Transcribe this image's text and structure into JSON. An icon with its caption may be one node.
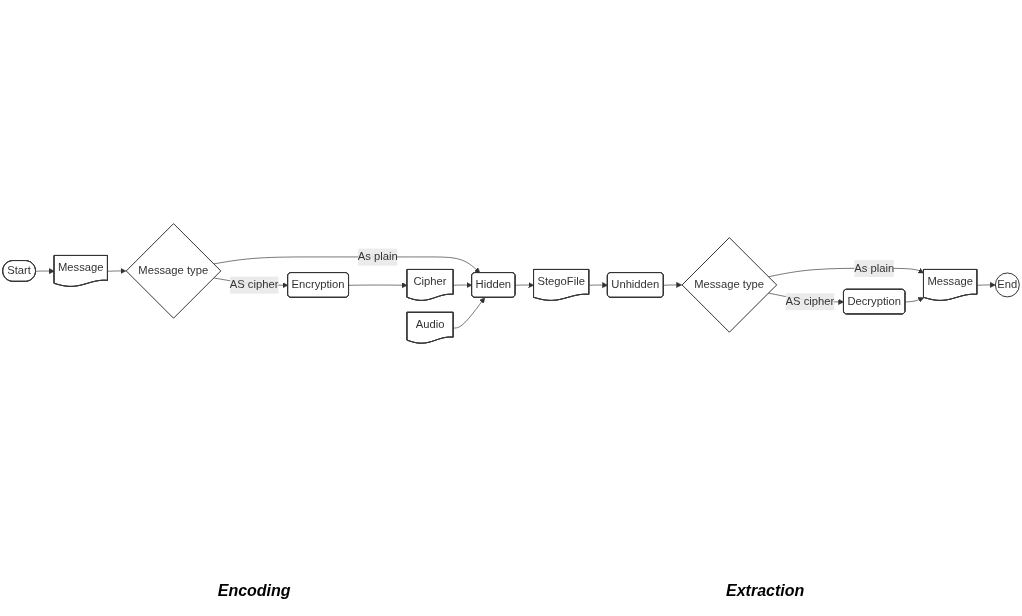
{
  "diagram": {
    "nodes": [
      {
        "text": [
          "Start"
        ]
      },
      {
        "text": [
          "Message"
        ]
      },
      {
        "text": [
          "Message type"
        ]
      },
      {
        "text": [
          "Encryption"
        ]
      },
      {
        "text": [
          "Cipher"
        ]
      },
      {
        "text": [
          "Audio"
        ]
      },
      {
        "text": [
          "Hidden"
        ]
      },
      {
        "text": [
          "StegoFile"
        ]
      },
      {
        "text": [
          "Unhidden"
        ]
      },
      {
        "text": [
          "Message type"
        ]
      },
      {
        "text": [
          "Message"
        ]
      },
      {
        "text": [
          "Decryption"
        ]
      },
      {
        "text": [
          "End"
        ]
      }
    ],
    "edges": [
      {
        "from": 0,
        "to": 1,
        "arrow": "to"
      },
      {
        "from": 1,
        "to": 2,
        "arrow": "to"
      },
      {
        "from": 2,
        "to": 3,
        "arrow": "to",
        "label": "AS cipher"
      },
      {
        "from": 2,
        "to": 6,
        "arrow": "to",
        "label": "As plain"
      },
      {
        "from": 3,
        "to": 4,
        "arrow": "to"
      },
      {
        "from": 4,
        "to": 6,
        "arrow": "to"
      },
      {
        "from": 5,
        "to": 6,
        "arrow": "to"
      },
      {
        "from": 6,
        "to": 7,
        "arrow": "to"
      },
      {
        "from": 7,
        "to": 8,
        "arrow": "to"
      },
      {
        "from": 8,
        "to": 9,
        "arrow": "to"
      },
      {
        "from": 9,
        "to": 10,
        "arrow": "to",
        "label": "As plain"
      },
      {
        "from": 9,
        "to": 11,
        "arrow": "to",
        "label": "AS cipher"
      },
      {
        "from": 11,
        "to": 10,
        "arrow": "to"
      },
      {
        "from": 10,
        "to": 12,
        "arrow": "to"
      }
    ],
    "labels": [
      "Encoding",
      "Extraction"
    ]
  }
}
